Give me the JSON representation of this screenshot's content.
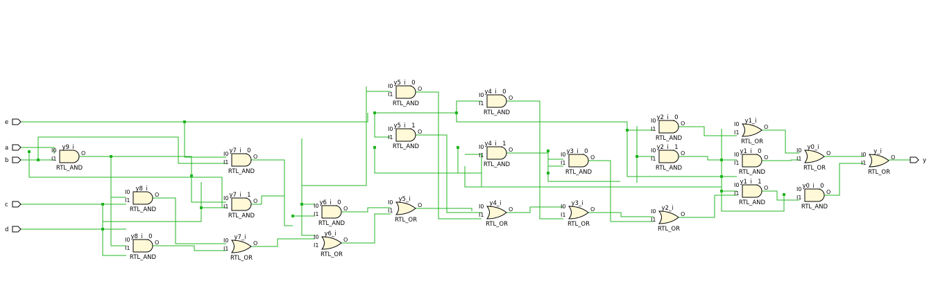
{
  "inputs": [
    "e",
    "a",
    "b",
    "c",
    "d"
  ],
  "outputs": [
    "y"
  ],
  "pin_labels": {
    "in0": "I0",
    "in1": "I1",
    "out": "O"
  },
  "gates": [
    {
      "id": "y9_i",
      "name": "y9_i",
      "type": "RTL_AND"
    },
    {
      "id": "y8_i",
      "name": "y8_i",
      "type": "RTL_AND"
    },
    {
      "id": "y8_i__0",
      "name": "y8_i__0",
      "type": "RTL_AND"
    },
    {
      "id": "y7_i__0",
      "name": "y7_i__0",
      "type": "RTL_AND"
    },
    {
      "id": "y7_i__1",
      "name": "y7_i__1",
      "type": "RTL_AND"
    },
    {
      "id": "y7_i",
      "name": "y7_i",
      "type": "RTL_OR"
    },
    {
      "id": "y6_i__0",
      "name": "y6_i__0",
      "type": "RTL_AND"
    },
    {
      "id": "y6_i",
      "name": "y6_i",
      "type": "RTL_OR"
    },
    {
      "id": "y5_i__0",
      "name": "y5_i__0",
      "type": "RTL_AND"
    },
    {
      "id": "y5_i__1",
      "name": "y5_i__1",
      "type": "RTL_AND"
    },
    {
      "id": "y5_i",
      "name": "y5_i",
      "type": "RTL_OR"
    },
    {
      "id": "y4_i__0",
      "name": "y4_i__0",
      "type": "RTL_AND"
    },
    {
      "id": "y4_i__1",
      "name": "y4_i__1",
      "type": "RTL_AND"
    },
    {
      "id": "y4_i",
      "name": "y4_i",
      "type": "RTL_OR"
    },
    {
      "id": "y3_i__0",
      "name": "y3_i__0",
      "type": "RTL_AND"
    },
    {
      "id": "y3_i",
      "name": "y3_i",
      "type": "RTL_OR"
    },
    {
      "id": "y2_i__0",
      "name": "y2_i__0",
      "type": "RTL_AND"
    },
    {
      "id": "y2_i__1",
      "name": "y2_i__1",
      "type": "RTL_AND"
    },
    {
      "id": "y2_i",
      "name": "y2_i",
      "type": "RTL_OR"
    },
    {
      "id": "y1_i",
      "name": "y1_i",
      "type": "RTL_OR"
    },
    {
      "id": "y1_i__0",
      "name": "y1_i__0",
      "type": "RTL_AND"
    },
    {
      "id": "y1_i__1",
      "name": "y1_i__1",
      "type": "RTL_AND"
    },
    {
      "id": "y0_i",
      "name": "y0_i",
      "type": "RTL_OR"
    },
    {
      "id": "y0_i__0",
      "name": "y0_i__0",
      "type": "RTL_AND"
    },
    {
      "id": "y_i",
      "name": "y_i",
      "type": "RTL_OR"
    }
  ]
}
